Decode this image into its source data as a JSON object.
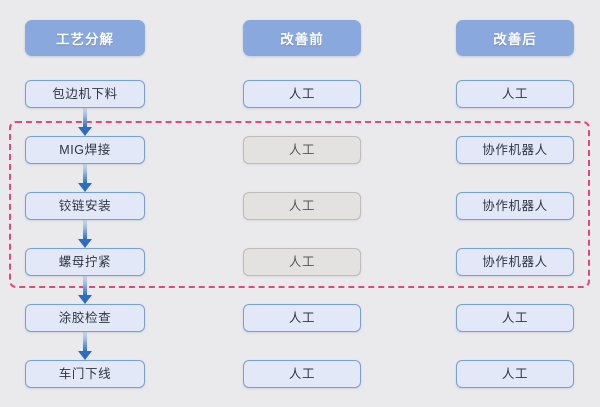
{
  "diagram": {
    "title_row": {
      "columns": [
        {
          "label": "工艺分解",
          "name": "header-process-breakdown"
        },
        {
          "label": "改善前",
          "name": "header-before-improvement"
        },
        {
          "label": "改善后",
          "name": "header-after-improvement"
        }
      ]
    },
    "colors": {
      "background": "#eaeaec",
      "header_fill": "#89a8de",
      "header_text": "#ffffff",
      "node_blue_fill": "#e2e8f8",
      "node_blue_border": "#7a9fd4",
      "node_gray_fill": "#e4e2e0",
      "node_gray_border": "#bdbcba",
      "arrow": "#2f6cbb",
      "highlight_dashed_border": "#e8447e"
    },
    "rows": [
      {
        "process": "包边机下料",
        "before": "人工",
        "after": "人工",
        "before_style": "blue",
        "after_style": "blue",
        "highlighted": false
      },
      {
        "process": "MIG焊接",
        "before": "人工",
        "after": "协作机器人",
        "before_style": "gray",
        "after_style": "blue",
        "highlighted": true
      },
      {
        "process": "铰链安装",
        "before": "人工",
        "after": "协作机器人",
        "before_style": "gray",
        "after_style": "blue",
        "highlighted": true
      },
      {
        "process": "螺母拧紧",
        "before": "人工",
        "after": "协作机器人",
        "before_style": "gray",
        "after_style": "blue",
        "highlighted": true
      },
      {
        "process": "涂胶检查",
        "before": "人工",
        "after": "人工",
        "before_style": "blue",
        "after_style": "blue",
        "highlighted": false
      },
      {
        "process": "车门下线",
        "before": "人工",
        "after": "人工",
        "before_style": "blue",
        "after_style": "blue",
        "highlighted": false
      }
    ]
  }
}
